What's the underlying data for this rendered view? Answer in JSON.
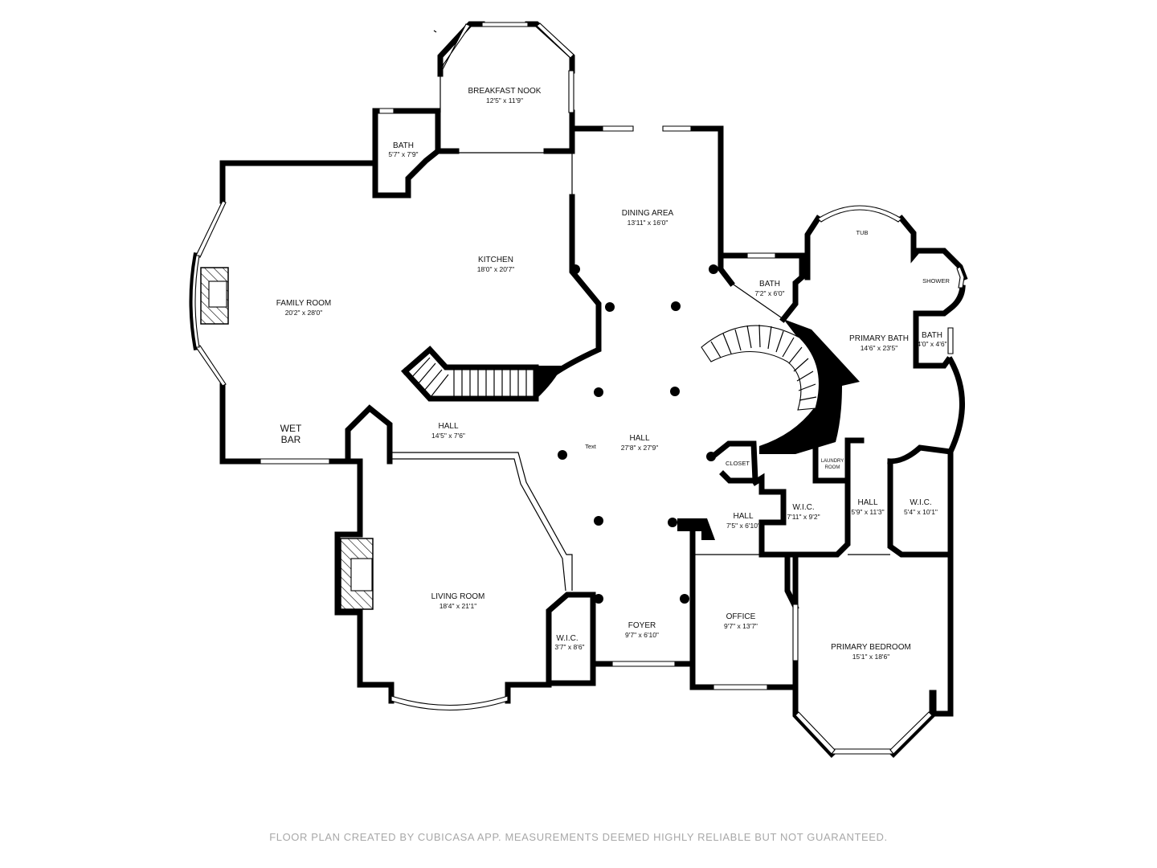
{
  "rooms": {
    "breakfast_nook": {
      "name": "BREAKFAST NOOK",
      "dims": "12'5\" x 11'9\""
    },
    "bath_upper": {
      "name": "BATH",
      "dims": "5'7\" x 7'9\""
    },
    "dining_area": {
      "name": "DINING AREA",
      "dims": "13'11\" x 16'0\""
    },
    "kitchen": {
      "name": "KITCHEN",
      "dims": "18'0\" x 20'7\""
    },
    "family_room": {
      "name": "FAMILY ROOM",
      "dims": "20'2\" x 28'0\""
    },
    "wet_bar": {
      "line1": "WET",
      "line2": "BAR"
    },
    "hall_west": {
      "name": "HALL",
      "dims": "14'5\" x 7'6\""
    },
    "hall_main": {
      "name": "HALL",
      "dims": "27'8\" x 27'9\""
    },
    "text_marker": "Text",
    "bath_center": {
      "name": "BATH",
      "dims": "7'2\" x 6'0\""
    },
    "tub": "TUB",
    "shower": "SHOWER",
    "primary_bath": {
      "name": "PRIMARY BATH",
      "dims": "14'6\" x 23'5\""
    },
    "bath_small": {
      "name": "BATH",
      "dims": "4'0\" x 4'6\""
    },
    "closet": "CLOSET",
    "laundry": {
      "line1": "LAUNDRY",
      "line2": "ROOM"
    },
    "hall_small": {
      "name": "HALL",
      "dims": "7'5\" x 6'10\""
    },
    "wic_center": {
      "name": "W.I.C.",
      "dims": "7'11\" x 9'2\""
    },
    "hall_east": {
      "name": "HALL",
      "dims": "5'9\" x 11'3\""
    },
    "wic_east": {
      "name": "W.I.C.",
      "dims": "5'4\" x 10'1\""
    },
    "living_room": {
      "name": "LIVING ROOM",
      "dims": "18'4\" x 21'1\""
    },
    "wic_west": {
      "name": "W.I.C.",
      "dims": "3'7\" x 8'6\""
    },
    "foyer": {
      "name": "FOYER",
      "dims": "9'7\" x 6'10\""
    },
    "office": {
      "name": "OFFICE",
      "dims": "9'7\" x 13'7\""
    },
    "primary_bedroom": {
      "name": "PRIMARY BEDROOM",
      "dims": "15'1\" x 18'6\""
    }
  },
  "footer": "FLOOR PLAN CREATED BY CUBICASA APP. MEASUREMENTS DEEMED HIGHLY RELIABLE BUT NOT GUARANTEED."
}
